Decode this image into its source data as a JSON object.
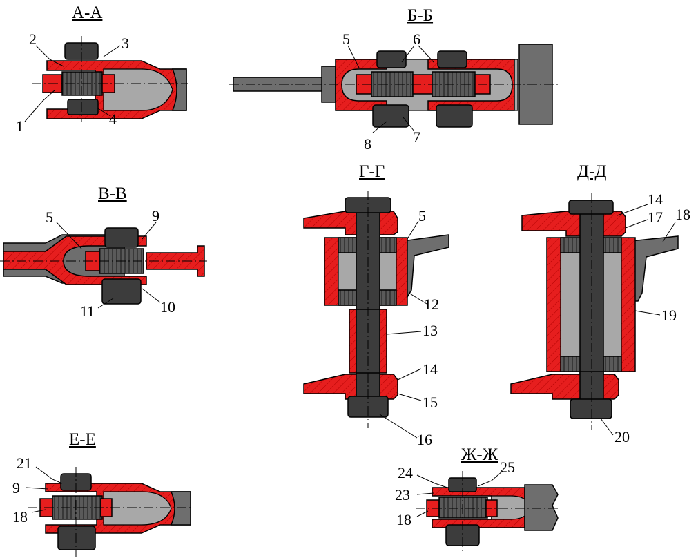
{
  "sections": [
    {
      "id": "aa",
      "title": "А-А",
      "labels": [
        "1",
        "2",
        "3",
        "4"
      ]
    },
    {
      "id": "bb",
      "title": "Б-Б",
      "labels": [
        "5",
        "6",
        "7",
        "8"
      ]
    },
    {
      "id": "vv",
      "title": "В-В",
      "labels": [
        "5",
        "9",
        "10",
        "11"
      ]
    },
    {
      "id": "gg",
      "title": "Г-Г",
      "labels": [
        "5",
        "12",
        "13",
        "14",
        "15",
        "16"
      ]
    },
    {
      "id": "dd",
      "title": "Д-Д",
      "labels": [
        "14",
        "17",
        "18",
        "19",
        "20"
      ]
    },
    {
      "id": "ee",
      "title": "Е-Е",
      "labels": [
        "21",
        "9",
        "18"
      ]
    },
    {
      "id": "zhzh",
      "title": "Ж-Ж",
      "labels": [
        "24",
        "25",
        "23",
        "18"
      ]
    }
  ],
  "colors": {
    "section_fill": "#e61e1e",
    "metal_gray": "#6e6e6e",
    "light_gray": "#a8a8a8",
    "dark_gray": "#3c3c3c"
  }
}
